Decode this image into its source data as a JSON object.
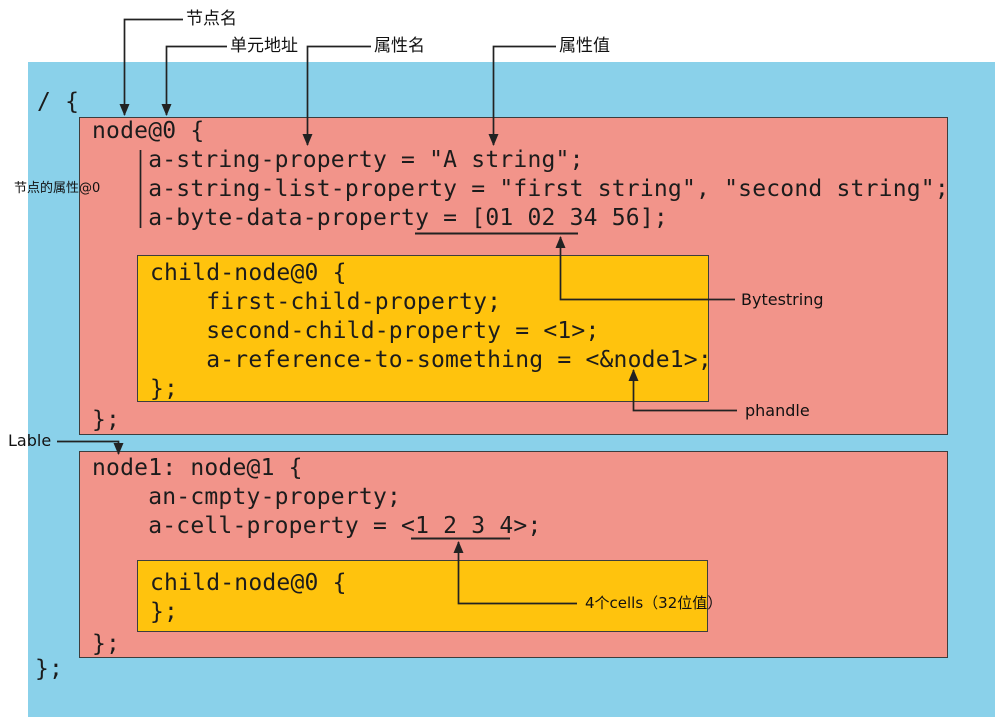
{
  "colors": {
    "root_bg": "#8AD1EA",
    "node_bg": "#F2948A",
    "child_bg": "#FFC30D",
    "line": "#222222",
    "text": "#1c1c1c"
  },
  "annotations": {
    "node_name": "节点名",
    "unit_address": "单元地址",
    "property_name": "属性名",
    "property_value": "属性值",
    "node_properties": "节点的属性@0",
    "label": "Lable",
    "bytestring": "Bytestring",
    "phandle": "phandle",
    "cells": "4个cells（32位值）"
  },
  "tree": {
    "root_open": "/ {",
    "root_close": "};",
    "node0": {
      "code": "node@0 {\n    a-string-property = \"A string\";\n    a-string-list-property = \"first string\", \"second string\";\n    a-byte-data-property = [01 02 34 56];",
      "close": "};",
      "child_code": "child-node@0 {\n    first-child-property;\n    second-child-property = <1>;\n    a-reference-to-something = <&node1>;\n};"
    },
    "node1": {
      "code": "node1: node@1 {\n    an-cmpty-property;\n    a-cell-property = <1 2 3 4>;",
      "close": "};",
      "child_code": "child-node@0 {\n};"
    }
  }
}
